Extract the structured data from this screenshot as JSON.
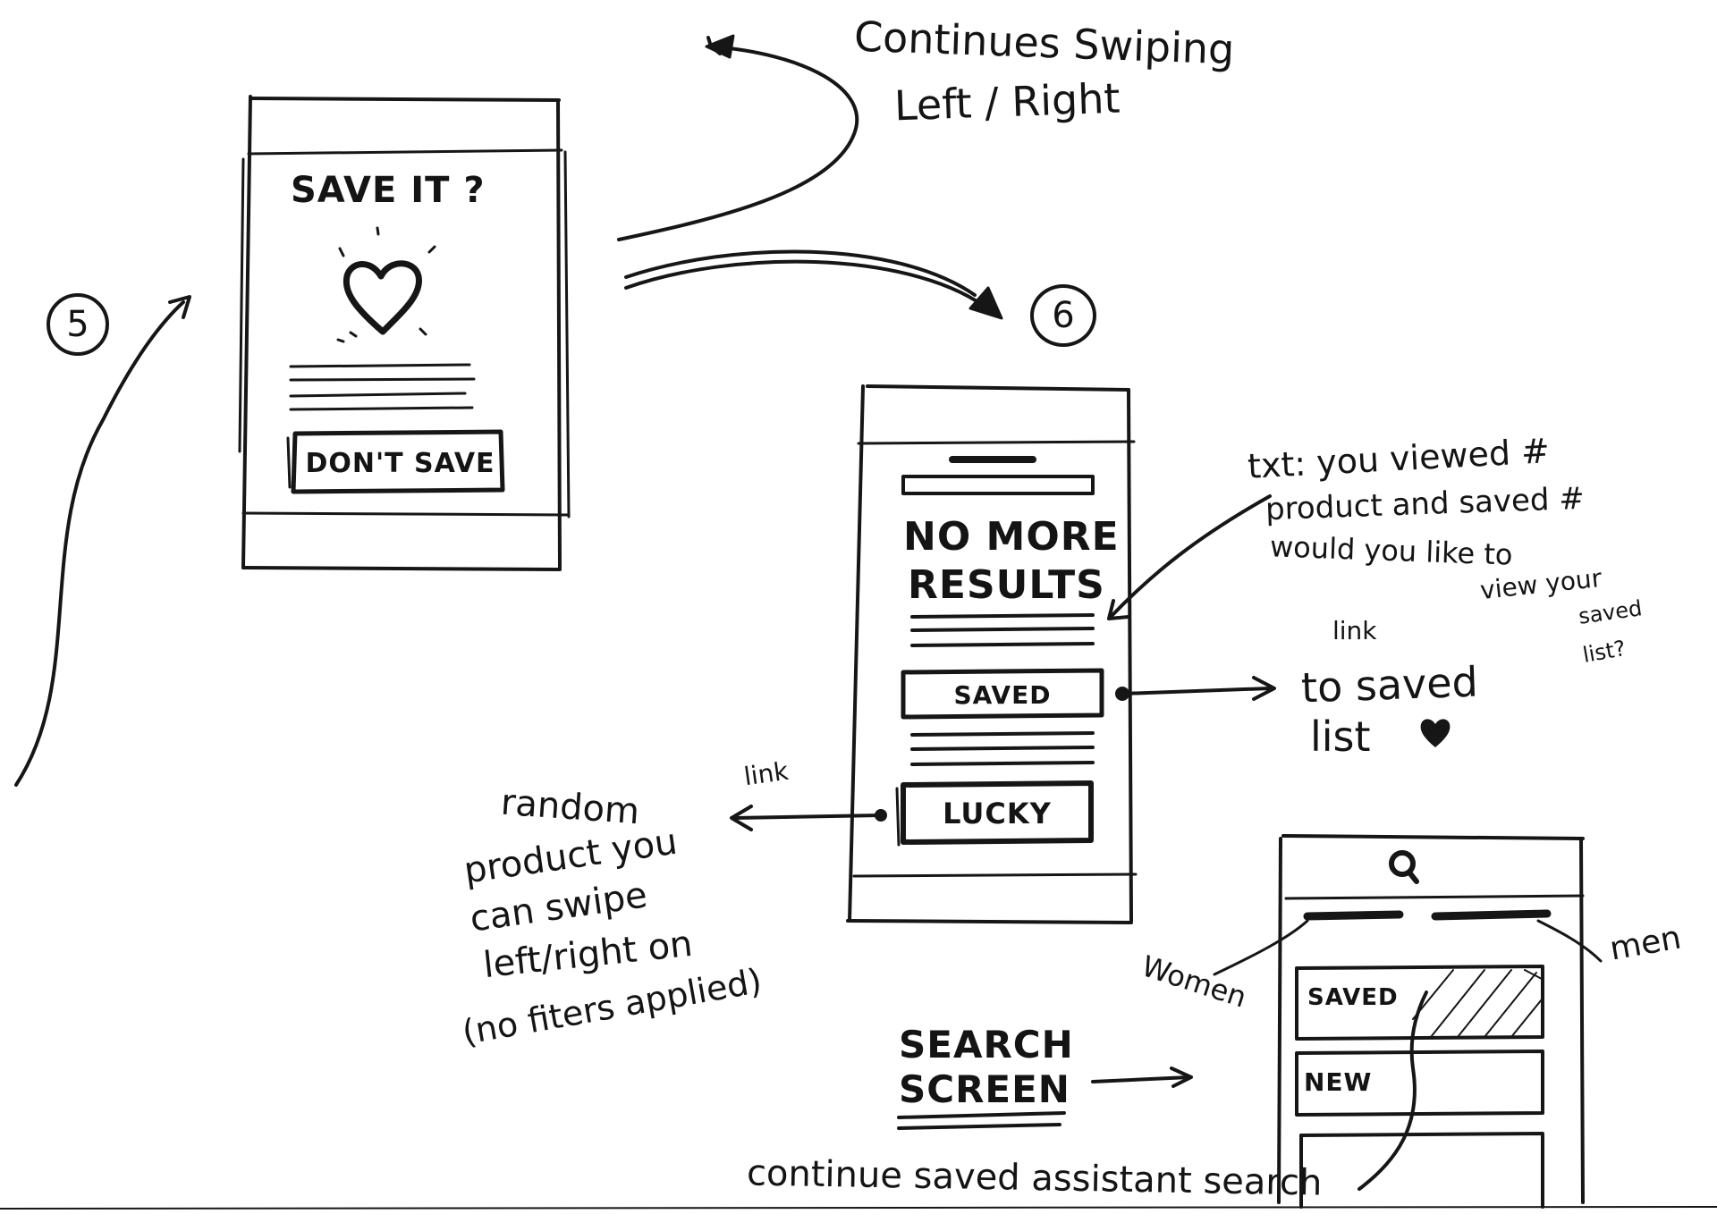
{
  "steps": {
    "five": "5",
    "six": "6"
  },
  "screen5": {
    "title": "SAVE IT ?",
    "icon": "heart-icon",
    "button_label": "DON'T SAVE"
  },
  "screen6": {
    "title_line1": "NO MORE",
    "title_line2": "RESULTS",
    "saved_button": "SAVED",
    "lucky_button": "LUCKY"
  },
  "search_screen": {
    "icon": "search-icon",
    "saved_card": "SAVED",
    "new_card": "NEW"
  },
  "annotations": {
    "continues_line1": "Continues Swiping",
    "continues_line2": "Left / Right",
    "txt_line1": "txt: you viewed #",
    "txt_line2": "product and saved #",
    "txt_line3": "would you like to",
    "txt_line4": "view your",
    "txt_line5": "saved",
    "txt_line6": "list?",
    "link_saved_small": "link",
    "link_saved_line1": "to saved",
    "link_saved_line2": "list",
    "link_lucky_small": "link",
    "random_line1": "random",
    "random_line2": "product you",
    "random_line3": "can swipe",
    "random_line4": "left/right on",
    "random_line5": "(no fiters applied)",
    "search_label_line1": "SEARCH",
    "search_label_line2": "SCREEN",
    "women": "Women",
    "men": "men",
    "continue_saved": "continue saved assistant search"
  }
}
